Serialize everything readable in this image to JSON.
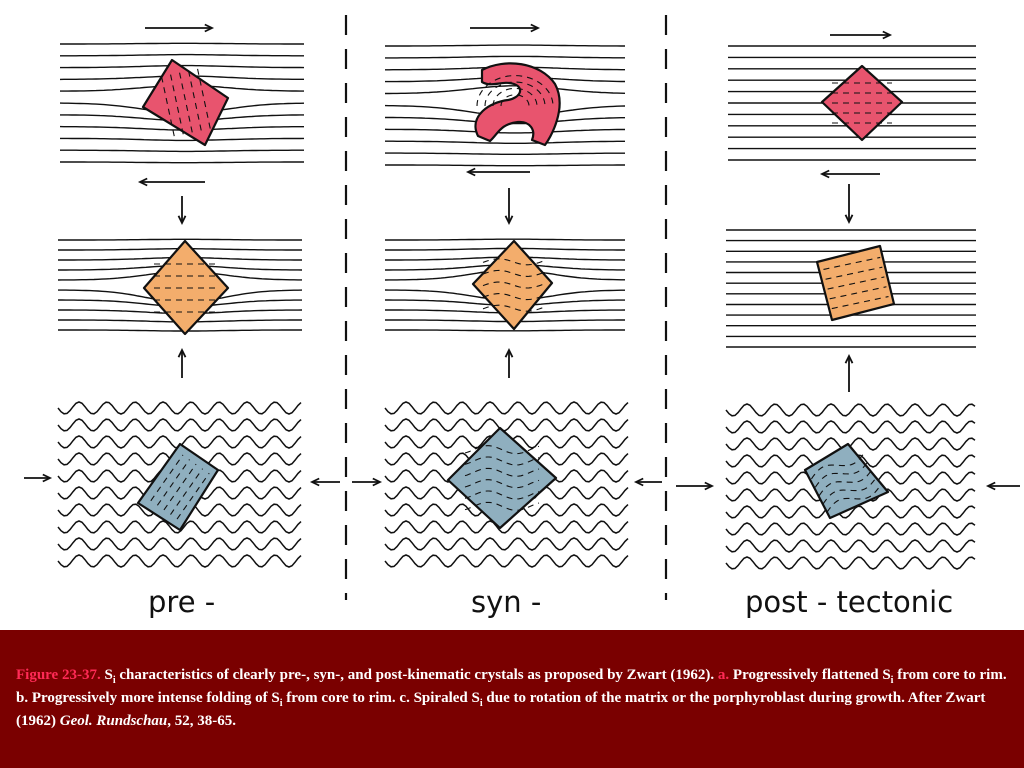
{
  "colors": {
    "background": "#ffffff",
    "caption_panel": "#7a0000",
    "caption_text": "#ffffff",
    "caption_highlight": "#ff2a55",
    "ink": "#111111",
    "crystal_top": "#e8546e",
    "crystal_middle": "#f3ad6c",
    "crystal_bottom": "#8fafbf"
  },
  "figure": {
    "labels": {
      "pre": "pre -",
      "syn": "syn -",
      "post": "post - tectonic"
    }
  },
  "caption": {
    "figure_number": "Figure 23-37.",
    "s_letter": "S",
    "s_subscript": "i",
    "part1": " characteristics of clearly pre-, syn-, and post-kinematic crystals as proposed by Zwart (1962). ",
    "a_label": "a.",
    "part2": " Progressively flattened S",
    "part3": " from core to rim. b. Progressively more intense folding of S",
    "part4": " from core to rim. c. Spiraled S",
    "part5": " due to rotation of the matrix or the porphyroblast during growth. After Zwart (1962) ",
    "journal": "Geol. Rundschau",
    "citation_end": ", 52, 38-65."
  }
}
